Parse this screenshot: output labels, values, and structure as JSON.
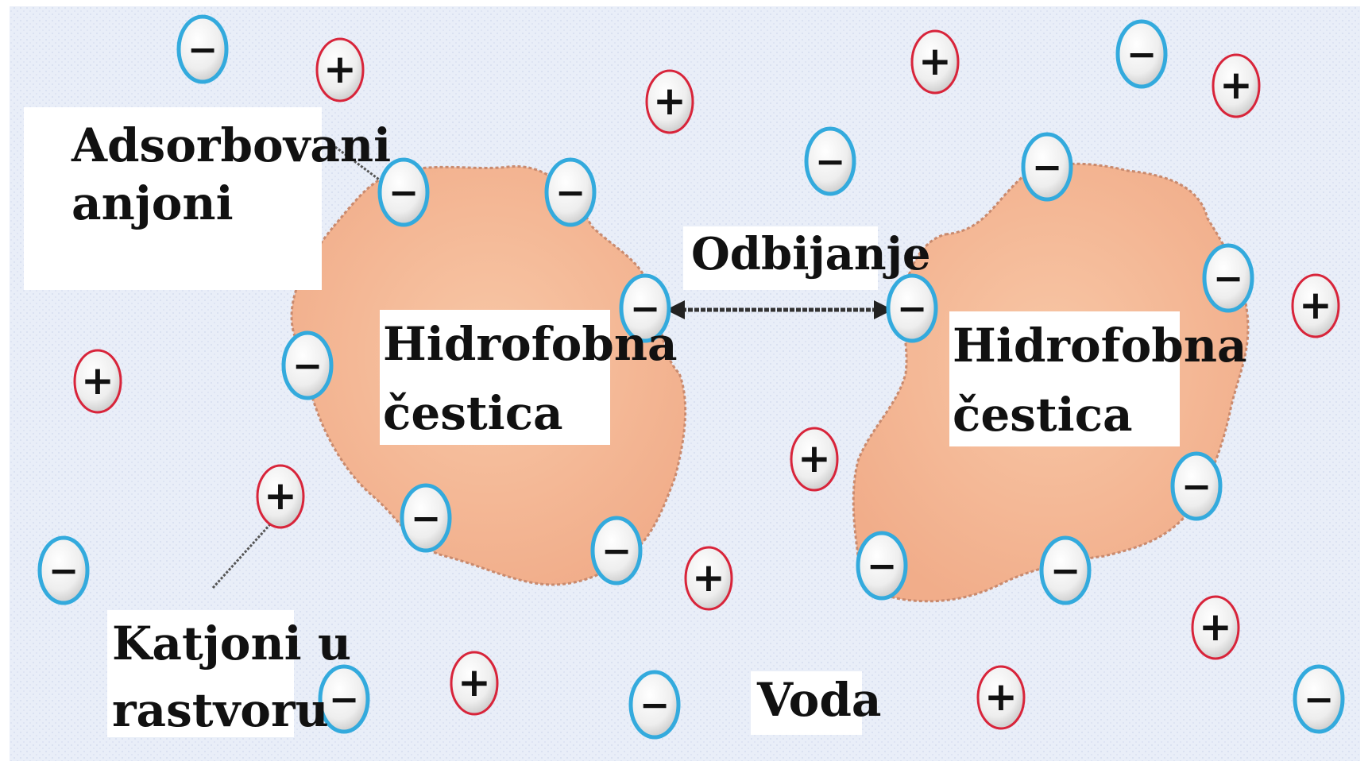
{
  "labels": {
    "adsorbed_anions": "Adsorbovani\nanjoni",
    "particle_left": "Hidrofobna\nčestica",
    "particle_right": "Hidrofobna\nčestica",
    "repulsion": "Odbijanje",
    "cations": "Katjoni u\nrastvoru",
    "water": "Voda"
  },
  "ion_symbols": {
    "anion": "−",
    "cation": "+"
  },
  "colors": {
    "background": "#e9eef8",
    "particle_fill": "#f4b896",
    "particle_edge": "#d9967a",
    "anion_ring": "#33aadd",
    "cation_ring": "#d8243a",
    "ion_fill": "#f2f2f2"
  }
}
